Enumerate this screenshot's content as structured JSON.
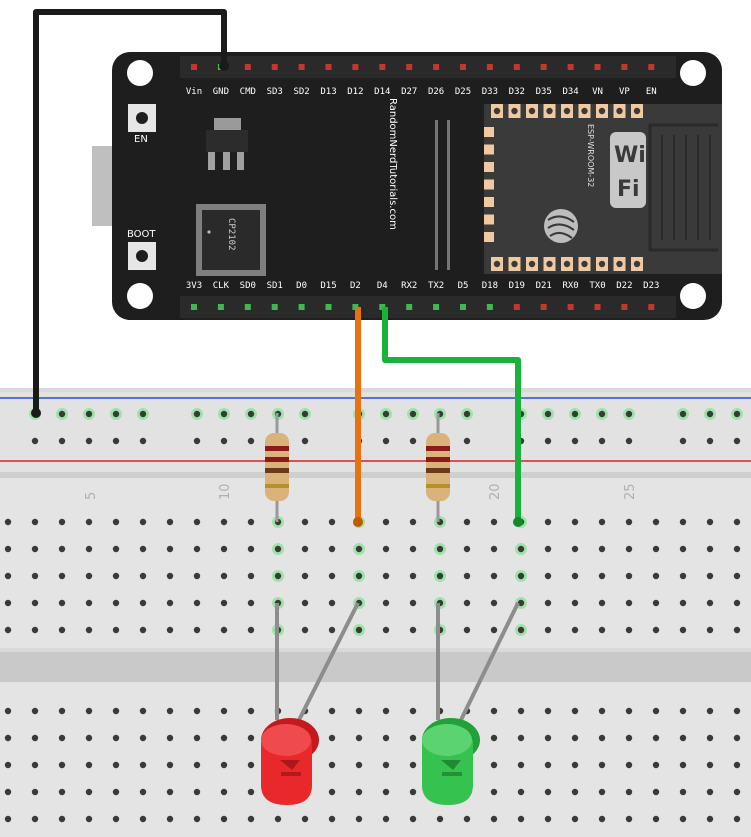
{
  "board": {
    "top_pins": [
      "Vin",
      "GND",
      "CMD",
      "SD3",
      "SD2",
      "D13",
      "D12",
      "D14",
      "D27",
      "D26",
      "D25",
      "D33",
      "D32",
      "D35",
      "D34",
      "VN",
      "VP",
      "EN"
    ],
    "bottom_pins": [
      "3V3",
      "CLK",
      "SD0",
      "SD1",
      "D0",
      "D15",
      "D2",
      "D4",
      "RX2",
      "TX2",
      "D5",
      "D18",
      "D19",
      "D21",
      "RX0",
      "TX0",
      "D22",
      "D23"
    ],
    "en_label": "EN",
    "boot_label": "BOOT",
    "usb_chip": "CP2102",
    "brand": "RandomNerdTutorials.com",
    "module_label": "ESP-WROOM-32",
    "wifi_line1": "Wi",
    "wifi_line2": "Fi"
  },
  "breadboard": {
    "column_numbers": [
      "5",
      "10",
      "20",
      "25"
    ]
  },
  "colors": {
    "board": "#1e1e1e",
    "gnd_wire": "#1a1a1a",
    "d2_wire": "#e8730e",
    "d4_wire": "#18b33a",
    "led_red": "#e8282b",
    "led_green": "#36c24f",
    "rail_blue": "#1f4fd8",
    "rail_red": "#d92222"
  },
  "components": {
    "led1_color": "red",
    "led2_color": "green"
  }
}
